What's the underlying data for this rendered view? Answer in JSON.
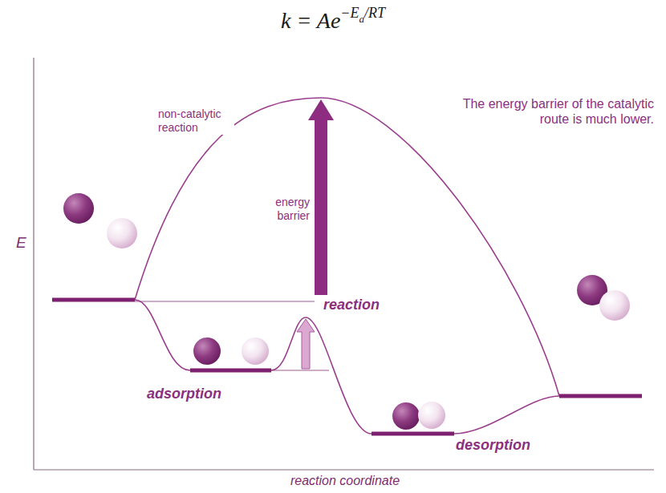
{
  "diagram": {
    "labels": [
      "k = Ae",
      "−E",
      "a",
      "/RT",
      "E",
      "non-catalytic reaction",
      "energy barrier",
      "The energy barrier of the catalytic route is much lower.",
      "reaction",
      "adsorption",
      "desorption",
      "reaction coordinate"
    ]
  }
}
